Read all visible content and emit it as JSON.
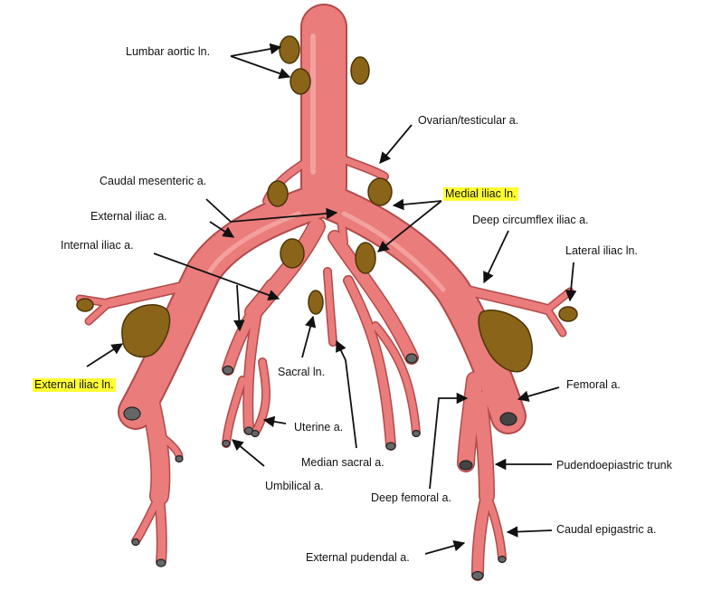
{
  "diagram": {
    "colors": {
      "vessel_fill": "#ea7c7c",
      "vessel_stroke": "#b24a4a",
      "vessel_highlight": "#f6b0ad",
      "node_fill": "#8a6418",
      "node_stroke": "#4d3508",
      "lumen": "#555555",
      "highlight": "#ffff33",
      "arrow": "#111111"
    },
    "labels": {
      "lumbar_aortic_ln": "Lumbar aortic ln.",
      "ovarian_testicular_a": "Ovarian/testicular a.",
      "caudal_mesenteric_a": "Caudal mesenteric a.",
      "medial_iliac_ln": "Medial iliac ln.",
      "external_iliac_a": "External iliac a.",
      "deep_circumflex_iliac_a": "Deep circumflex iliac a.",
      "internal_iliac_a": "Internal iliac a.",
      "lateral_iliac_ln": "Lateral iliac ln.",
      "external_iliac_ln": "External iliac ln.",
      "sacral_ln": "Sacral ln.",
      "femoral_a": "Femoral a.",
      "uterine_a": "Uterine a.",
      "median_sacral_a": "Median sacral a.",
      "pudendoepiastric_trunk": "Pudendoepiastric trunk",
      "umbilical_a": "Umbilical a.",
      "deep_femoral_a": "Deep femoral a.",
      "caudal_epigastric_a": "Caudal epigastric a.",
      "external_pudendal_a": "External pudendal a."
    }
  }
}
